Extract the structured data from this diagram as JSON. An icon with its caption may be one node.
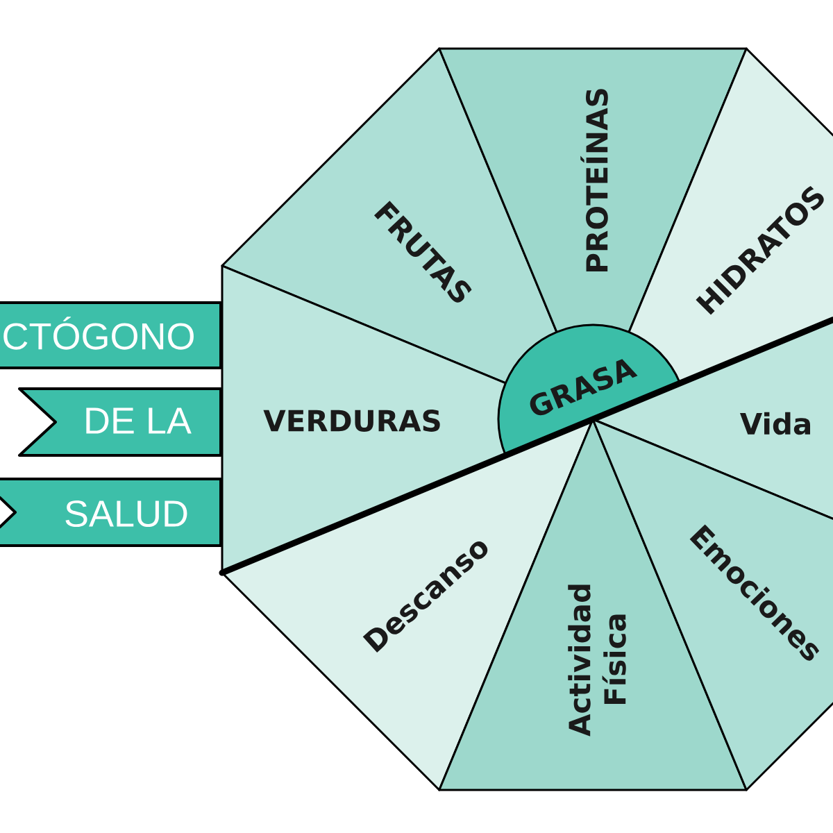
{
  "diagram": {
    "nodes": [
      {
        "text": [
          "CTÓGONO"
        ]
      },
      {
        "text": [
          "DE LA"
        ]
      },
      {
        "text": [
          "SALUD"
        ]
      },
      {
        "text": [
          "FRUTAS"
        ]
      },
      {
        "text": [
          "PROTEÍNAS"
        ]
      },
      {
        "text": [
          "HIDRATOS"
        ]
      },
      {
        "text": [
          "VERDURAS"
        ]
      },
      {
        "text": [
          "GRASA"
        ]
      },
      {
        "text": [
          "Vida"
        ]
      },
      {
        "text": [
          "Descanso"
        ]
      },
      {
        "text": [
          "Actividad Física"
        ]
      },
      {
        "text": [
          "Emociones"
        ]
      }
    ]
  }
}
